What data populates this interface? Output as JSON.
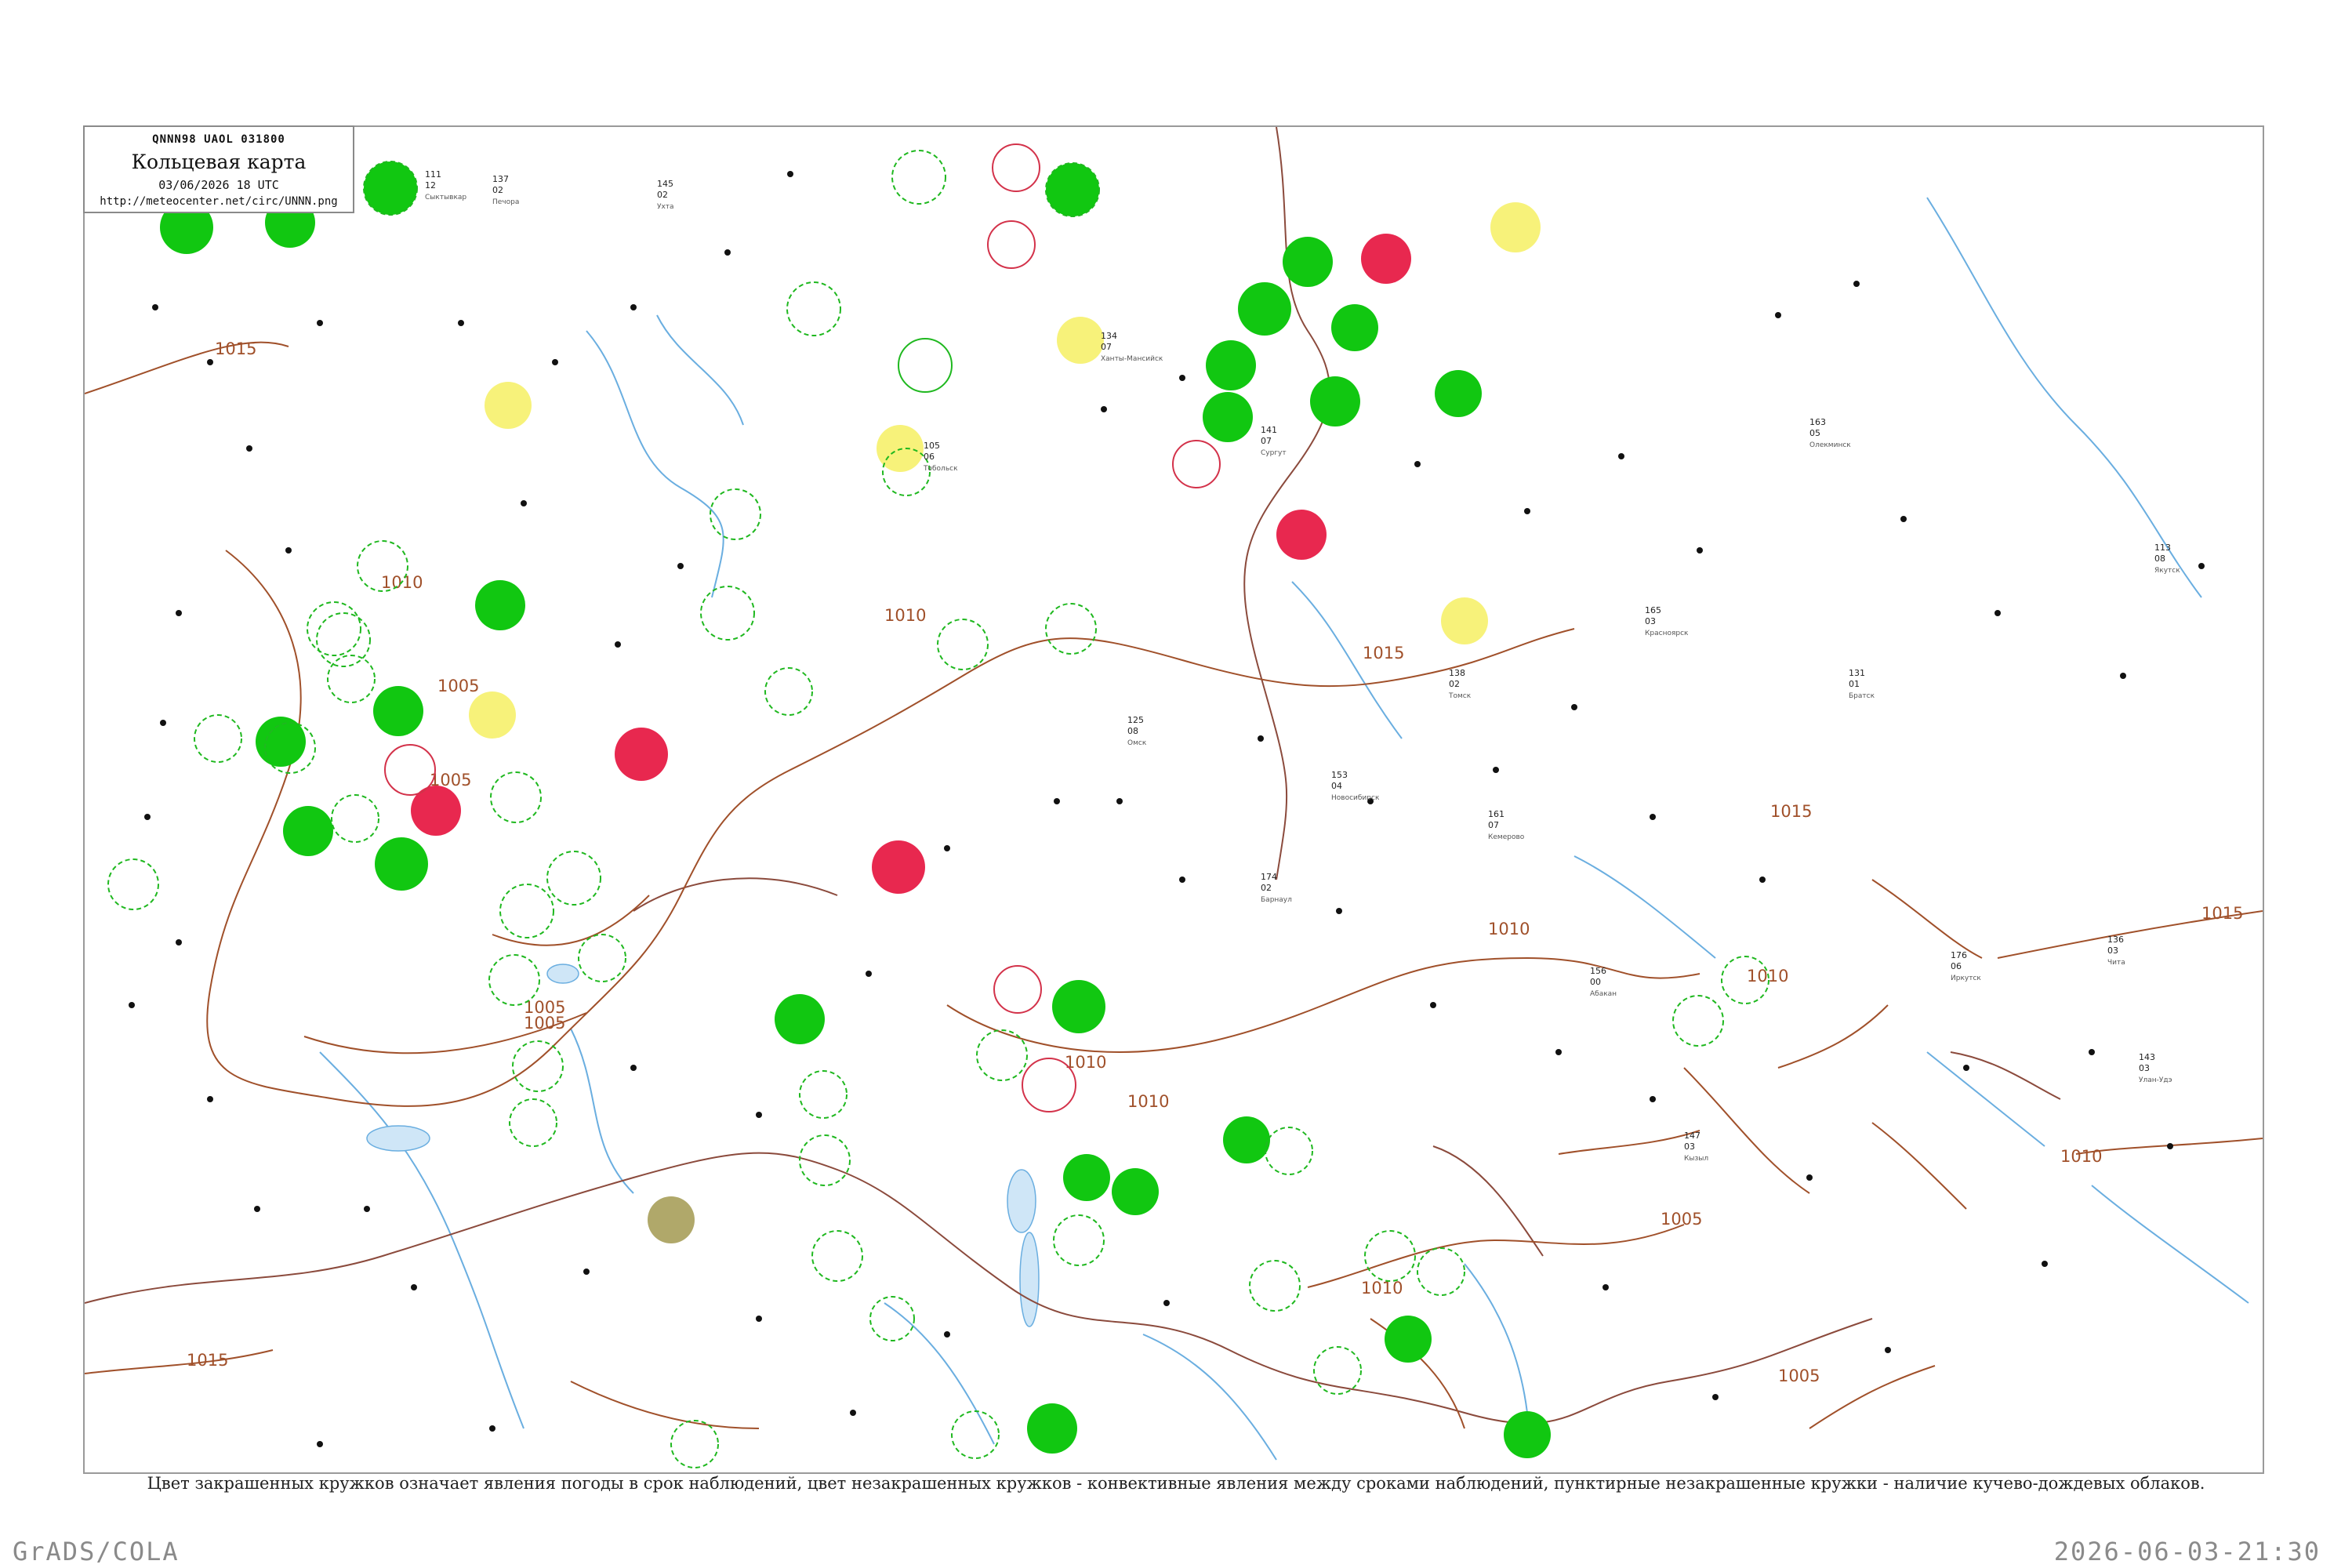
{
  "header": {
    "code_line": "QNNN98  UAOL  031800",
    "title": "Кольцевая карта",
    "datetime": "03/06/2026 18 UTC",
    "url": "http://meteocenter.net/circ/UNNN.png"
  },
  "caption": "Цвет закрашенных кружков означает явления погоды в срок наблюдений, цвет незакрашенных кружков - конвективные явления между сроками наблюдений, пунктирные незакрашенные кружки - наличие кучево-дождевых облаков.",
  "footer": {
    "left": "GrADS/COLA",
    "right": "2026-06-03-21:30"
  },
  "colors": {
    "isobar": "#a0502a",
    "river": "#6aaee0",
    "cb_green": "#1fb81f",
    "filled_green": "#11c711",
    "filled_red": "#e8284f",
    "filled_yellow": "#f7f27a",
    "filled_olive": "#b0a86a",
    "thunder_red": "#d3324a"
  },
  "isobar_labels": [
    "1015",
    "1010",
    "1005",
    "1005",
    "1010",
    "1015",
    "1015",
    "1010",
    "1005",
    "1010",
    "1005",
    "1010",
    "1010",
    "1015",
    "1010",
    "1005",
    "1015",
    "1010",
    "1005"
  ],
  "stations": [
    {
      "name": "Сыктывкар",
      "t": "111",
      "v": "12"
    },
    {
      "name": "Ухта",
      "t": "145",
      "v": "02"
    },
    {
      "name": "Печора",
      "t": "137",
      "v": "02"
    },
    {
      "name": "Ханты-Мансийск",
      "t": "134",
      "v": "07"
    },
    {
      "name": "Сургут",
      "t": "141",
      "v": "07"
    },
    {
      "name": "Тобольск",
      "t": "105",
      "v": "06"
    },
    {
      "name": "Омск",
      "t": "125",
      "v": "08"
    },
    {
      "name": "Новосибирск",
      "t": "153",
      "v": "04"
    },
    {
      "name": "Томск",
      "t": "138",
      "v": "02"
    },
    {
      "name": "Барнаул",
      "t": "174",
      "v": "02"
    },
    {
      "name": "Кемерово",
      "t": "161",
      "v": "07"
    },
    {
      "name": "Красноярск",
      "t": "165",
      "v": "03"
    },
    {
      "name": "Абакан",
      "t": "156",
      "v": "00"
    },
    {
      "name": "Кызыл",
      "t": "147",
      "v": "03"
    },
    {
      "name": "Иркутск",
      "t": "176",
      "v": "06"
    },
    {
      "name": "Братск",
      "t": "131",
      "v": "01"
    },
    {
      "name": "Улан-Удэ",
      "t": "143",
      "v": "03"
    },
    {
      "name": "Чита",
      "t": "136",
      "v": "03"
    },
    {
      "name": "Якутск",
      "t": "113",
      "v": "08"
    },
    {
      "name": "Олекминск",
      "t": "163",
      "v": "05"
    }
  ]
}
